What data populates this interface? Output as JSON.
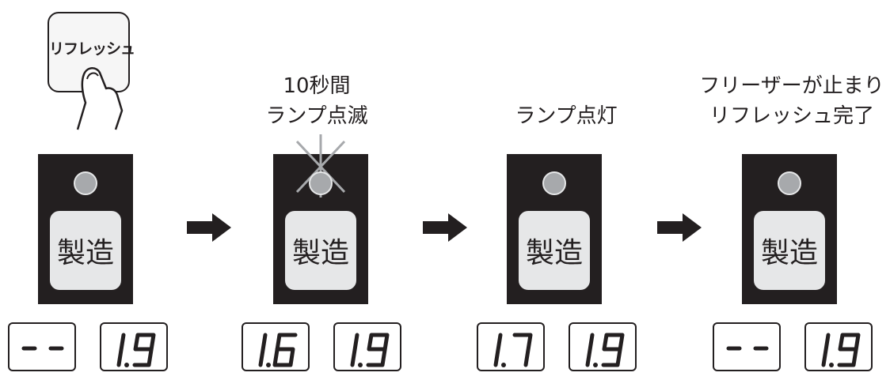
{
  "refresh_key": {
    "label": "リフレッシュ"
  },
  "steps": [
    {
      "caption_lines": [],
      "lamp": "off",
      "button": "製造",
      "display_left": "- -",
      "display_right": "1.9"
    },
    {
      "caption_lines": [
        "10秒間",
        "ランプ点滅"
      ],
      "lamp": "blinking",
      "button": "製造",
      "display_left": "1.6",
      "display_right": "1.9"
    },
    {
      "caption_lines": [
        "ランプ点灯"
      ],
      "lamp": "on",
      "button": "製造",
      "display_left": "1.7",
      "display_right": "1.9"
    },
    {
      "caption_lines": [
        "フリーザーが止まり",
        "リフレッシュ完了"
      ],
      "lamp": "off",
      "button": "製造",
      "display_left": "- -",
      "display_right": "1.9"
    }
  ],
  "colors": {
    "panel": "#231f20",
    "lamp": "#a7a9ac",
    "button": "#e6e7e8",
    "arrow": "#231f20"
  }
}
